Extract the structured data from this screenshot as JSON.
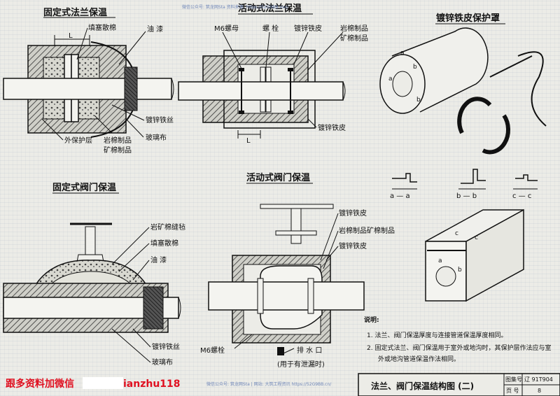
{
  "sections": {
    "fixed_flange": {
      "title": "固定式法兰保温",
      "labels": [
        "填塞散棉",
        "油 漆",
        "镀锌铁丝",
        "外保护层",
        "岩棉制品",
        "矿棉制品",
        "玻璃布"
      ],
      "dim": "L"
    },
    "movable_flange": {
      "title": "活动式法兰保温",
      "labels": [
        "M6螺母",
        "螺 栓",
        "镀锌铁皮",
        "岩棉制品",
        "矿棉制品",
        "镀锌铁皮"
      ],
      "dim": "L"
    },
    "galv_cover": {
      "title": "镀锌铁皮保护罩",
      "sections": [
        "a — a",
        "b — b",
        "c — c"
      ],
      "marks": [
        "a",
        "b",
        "a",
        "b",
        "c",
        "a",
        "b",
        "c"
      ]
    },
    "fixed_valve": {
      "title": "固定式阀门保温",
      "labels": [
        "岩矿棉缝毡",
        "填塞散棉",
        "油 漆",
        "镀锌铁丝",
        "玻璃布"
      ]
    },
    "movable_valve": {
      "title": "活动式阀门保温",
      "labels": [
        "镀锌铁皮",
        "岩棉制品矿棉制品",
        "镀锌铁皮",
        "M6螺栓",
        "排 水 口",
        "(用于有泄漏时)"
      ]
    }
  },
  "notes": {
    "heading": "说明:",
    "items": [
      "1. 法兰、阀门保温厚度与连接管道保温厚度相同。",
      "2. 固定式法兰、阀门保温用于室外或地沟时，其保护层作法应与室",
      "外或地沟管道保温作法相同。"
    ]
  },
  "title_block": {
    "title": "法兰、阀门保温结构图 (二)",
    "set_label": "图集号",
    "set_value": "辽 91T904",
    "page_label": "页 号",
    "page_value": "8"
  },
  "watermarks": {
    "top": "微信公众号: 筑龙网Sta   资料来源: https://52G9BB.xxx/",
    "bottom": "微信公众号: 筑龙网Sta  | 网站: 大筑工程资讯   https://52G9BB.cn/"
  },
  "overlay": {
    "ad_left": "跟多资料加微信",
    "ad_right": "ianzhu118"
  }
}
